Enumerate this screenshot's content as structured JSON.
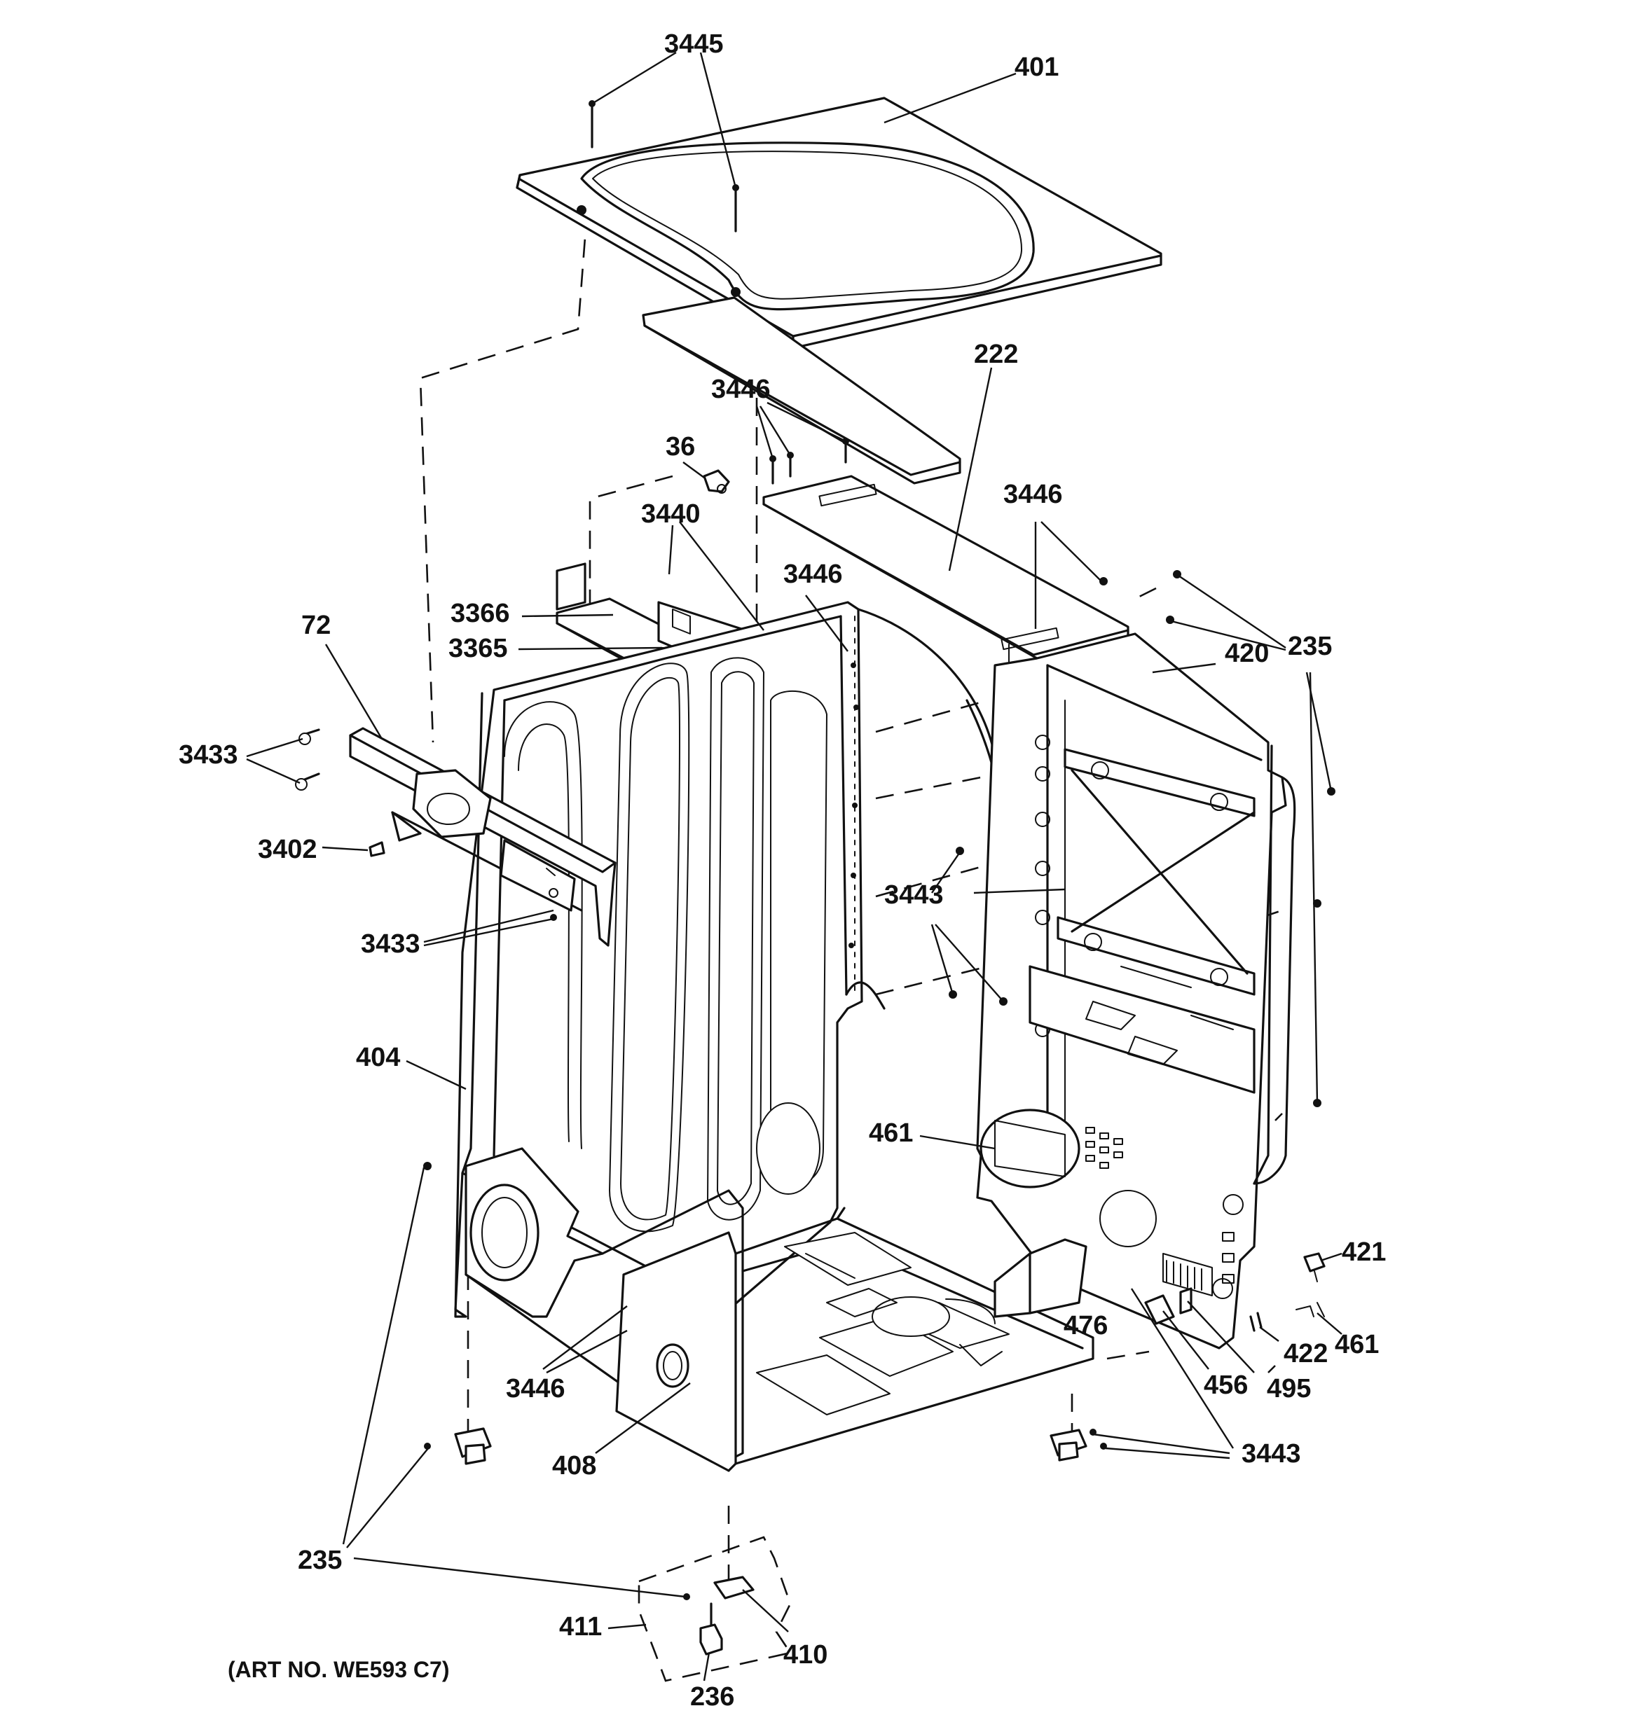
{
  "diagram": {
    "art_number": "(ART NO. WE593 C7)",
    "labels": {
      "p3445": "3445",
      "p401": "401",
      "p222": "222",
      "p3446_top": "3446",
      "p36": "36",
      "p3440": "3440",
      "p3446_right": "3446",
      "p3446_mid": "3446",
      "p3366": "3366",
      "p3365": "3365",
      "p72": "72",
      "p420": "420",
      "p235_right": "235",
      "p3433_upper": "3433",
      "p3402": "3402",
      "p3443_mid": "3443",
      "p3433_lower": "3433",
      "p404": "404",
      "p461_mid": "461",
      "p421": "421",
      "p461_right": "461",
      "p476": "476",
      "p422": "422",
      "p456": "456",
      "p495": "495",
      "p3446_bottom": "3446",
      "p408": "408",
      "p3443_bottom": "3443",
      "p235_left": "235",
      "p411": "411",
      "p410": "410",
      "p236": "236"
    }
  }
}
